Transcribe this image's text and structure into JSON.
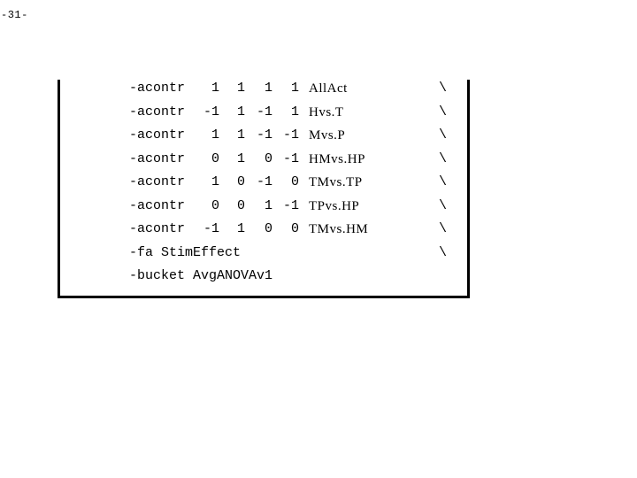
{
  "page_number": "-31-",
  "contrast_rows": [
    {
      "flag": "-acontr",
      "c1": "1",
      "c2": "1",
      "c3": "1",
      "c4": "1",
      "label": "AllAct",
      "cont": "\\"
    },
    {
      "flag": "-acontr",
      "c1": "-1",
      "c2": "1",
      "c3": "-1",
      "c4": "1",
      "label": "Hvs.T",
      "cont": "\\"
    },
    {
      "flag": "-acontr",
      "c1": "1",
      "c2": "1",
      "c3": "-1",
      "c4": "-1",
      "label": "Mvs.P",
      "cont": "\\"
    },
    {
      "flag": "-acontr",
      "c1": "0",
      "c2": "1",
      "c3": "0",
      "c4": "-1",
      "label": "HMvs.HP",
      "cont": "\\"
    },
    {
      "flag": "-acontr",
      "c1": "1",
      "c2": "0",
      "c3": "-1",
      "c4": "0",
      "label": "TMvs.TP",
      "cont": "\\"
    },
    {
      "flag": "-acontr",
      "c1": "0",
      "c2": "0",
      "c3": "1",
      "c4": "-1",
      "label": "TPvs.HP",
      "cont": "\\"
    },
    {
      "flag": "-acontr",
      "c1": "-1",
      "c2": "1",
      "c3": "0",
      "c4": "0",
      "label": "TMvs.HM",
      "cont": "\\"
    }
  ],
  "fa_line": {
    "text": "-fa StimEffect",
    "cont": "\\"
  },
  "bucket_line": {
    "text": "-bucket AvgANOVAv1"
  }
}
